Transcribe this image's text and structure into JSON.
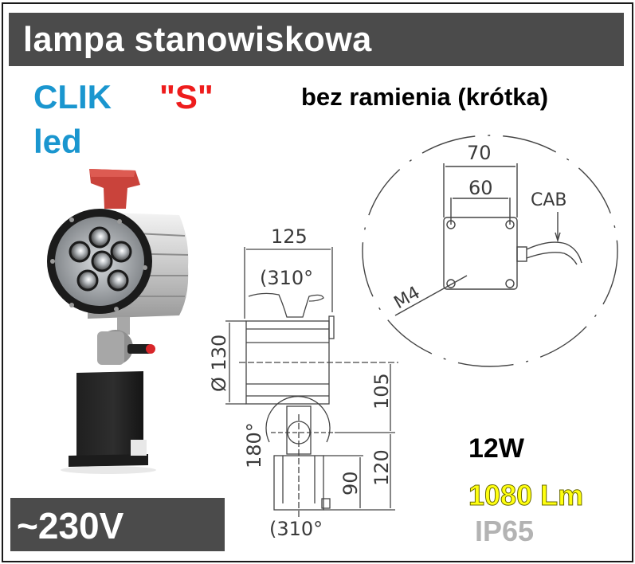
{
  "header": {
    "title": "lampa stanowiskowa",
    "background_color": "#4b4b4b",
    "text_color": "#ffffff"
  },
  "product": {
    "brand": "CLIK",
    "variant": "\"S\"",
    "type": "led",
    "brand_color": "#1a96cf",
    "variant_color": "#ee1c1c",
    "subtitle": "bez ramienia (krótka)"
  },
  "drawing": {
    "mount_plate": {
      "outer_width": "70",
      "hole_spacing": "60",
      "screw": "M4",
      "cable_label": "CAB"
    },
    "side_view": {
      "width": "125",
      "rotation_top": "(310°",
      "diameter": "Ø 130",
      "height_upper": "105",
      "height_lower": "120",
      "base_height": "90",
      "tilt": "180°",
      "rotation_bottom": "(310°"
    }
  },
  "specs": {
    "voltage": "~230V",
    "power": "12W",
    "lumens": "1080 Lm",
    "ip_rating": "IP65",
    "lumens_color": "#ffff10",
    "ip_color": "#b3b3b3"
  },
  "photo": {
    "icon": "led-work-lamp-photo",
    "led_count": 6
  }
}
